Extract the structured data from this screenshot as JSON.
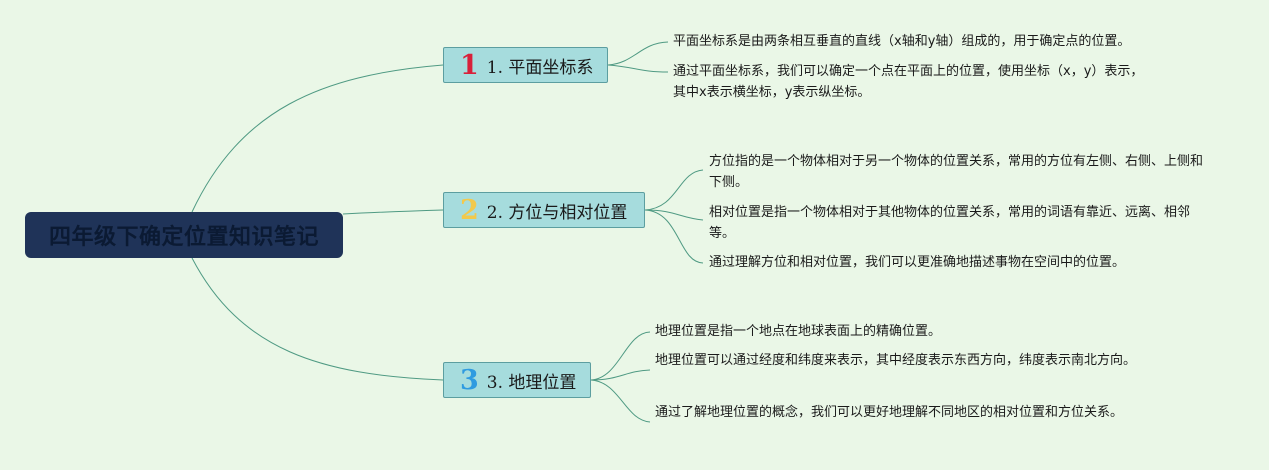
{
  "root": {
    "text": "四年级下确定位置知识笔记"
  },
  "colors": {
    "background": "#eaf7e7",
    "root_fill": "#1f3358",
    "branch_fill": "#a6dcdd",
    "branch_border": "#5c9ea0",
    "link": "#4f9a83",
    "num1": "#d8203a",
    "num2": "#f2c94c",
    "num3": "#2f9be0"
  },
  "branches": [
    {
      "num": "1",
      "label": "1. 平面坐标系",
      "leaves": [
        "平面坐标系是由两条相互垂直的直线（x轴和y轴）组成的，用于确定点的位置。",
        "通过平面坐标系，我们可以确定一个点在平面上的位置，使用坐标（x，y）表示，其中x表示横坐标，y表示纵坐标。"
      ]
    },
    {
      "num": "2",
      "label": "2. 方位与相对位置",
      "leaves": [
        "方位指的是一个物体相对于另一个物体的位置关系，常用的方位有左侧、右侧、上侧和下侧。",
        "相对位置是指一个物体相对于其他物体的位置关系，常用的词语有靠近、远离、相邻等。",
        "通过理解方位和相对位置，我们可以更准确地描述事物在空间中的位置。"
      ]
    },
    {
      "num": "3",
      "label": "3. 地理位置",
      "leaves": [
        "地理位置是指一个地点在地球表面上的精确位置。",
        "地理位置可以通过经度和纬度来表示，其中经度表示东西方向，纬度表示南北方向。",
        "通过了解地理位置的概念，我们可以更好地理解不同地区的相对位置和方位关系。"
      ]
    }
  ]
}
